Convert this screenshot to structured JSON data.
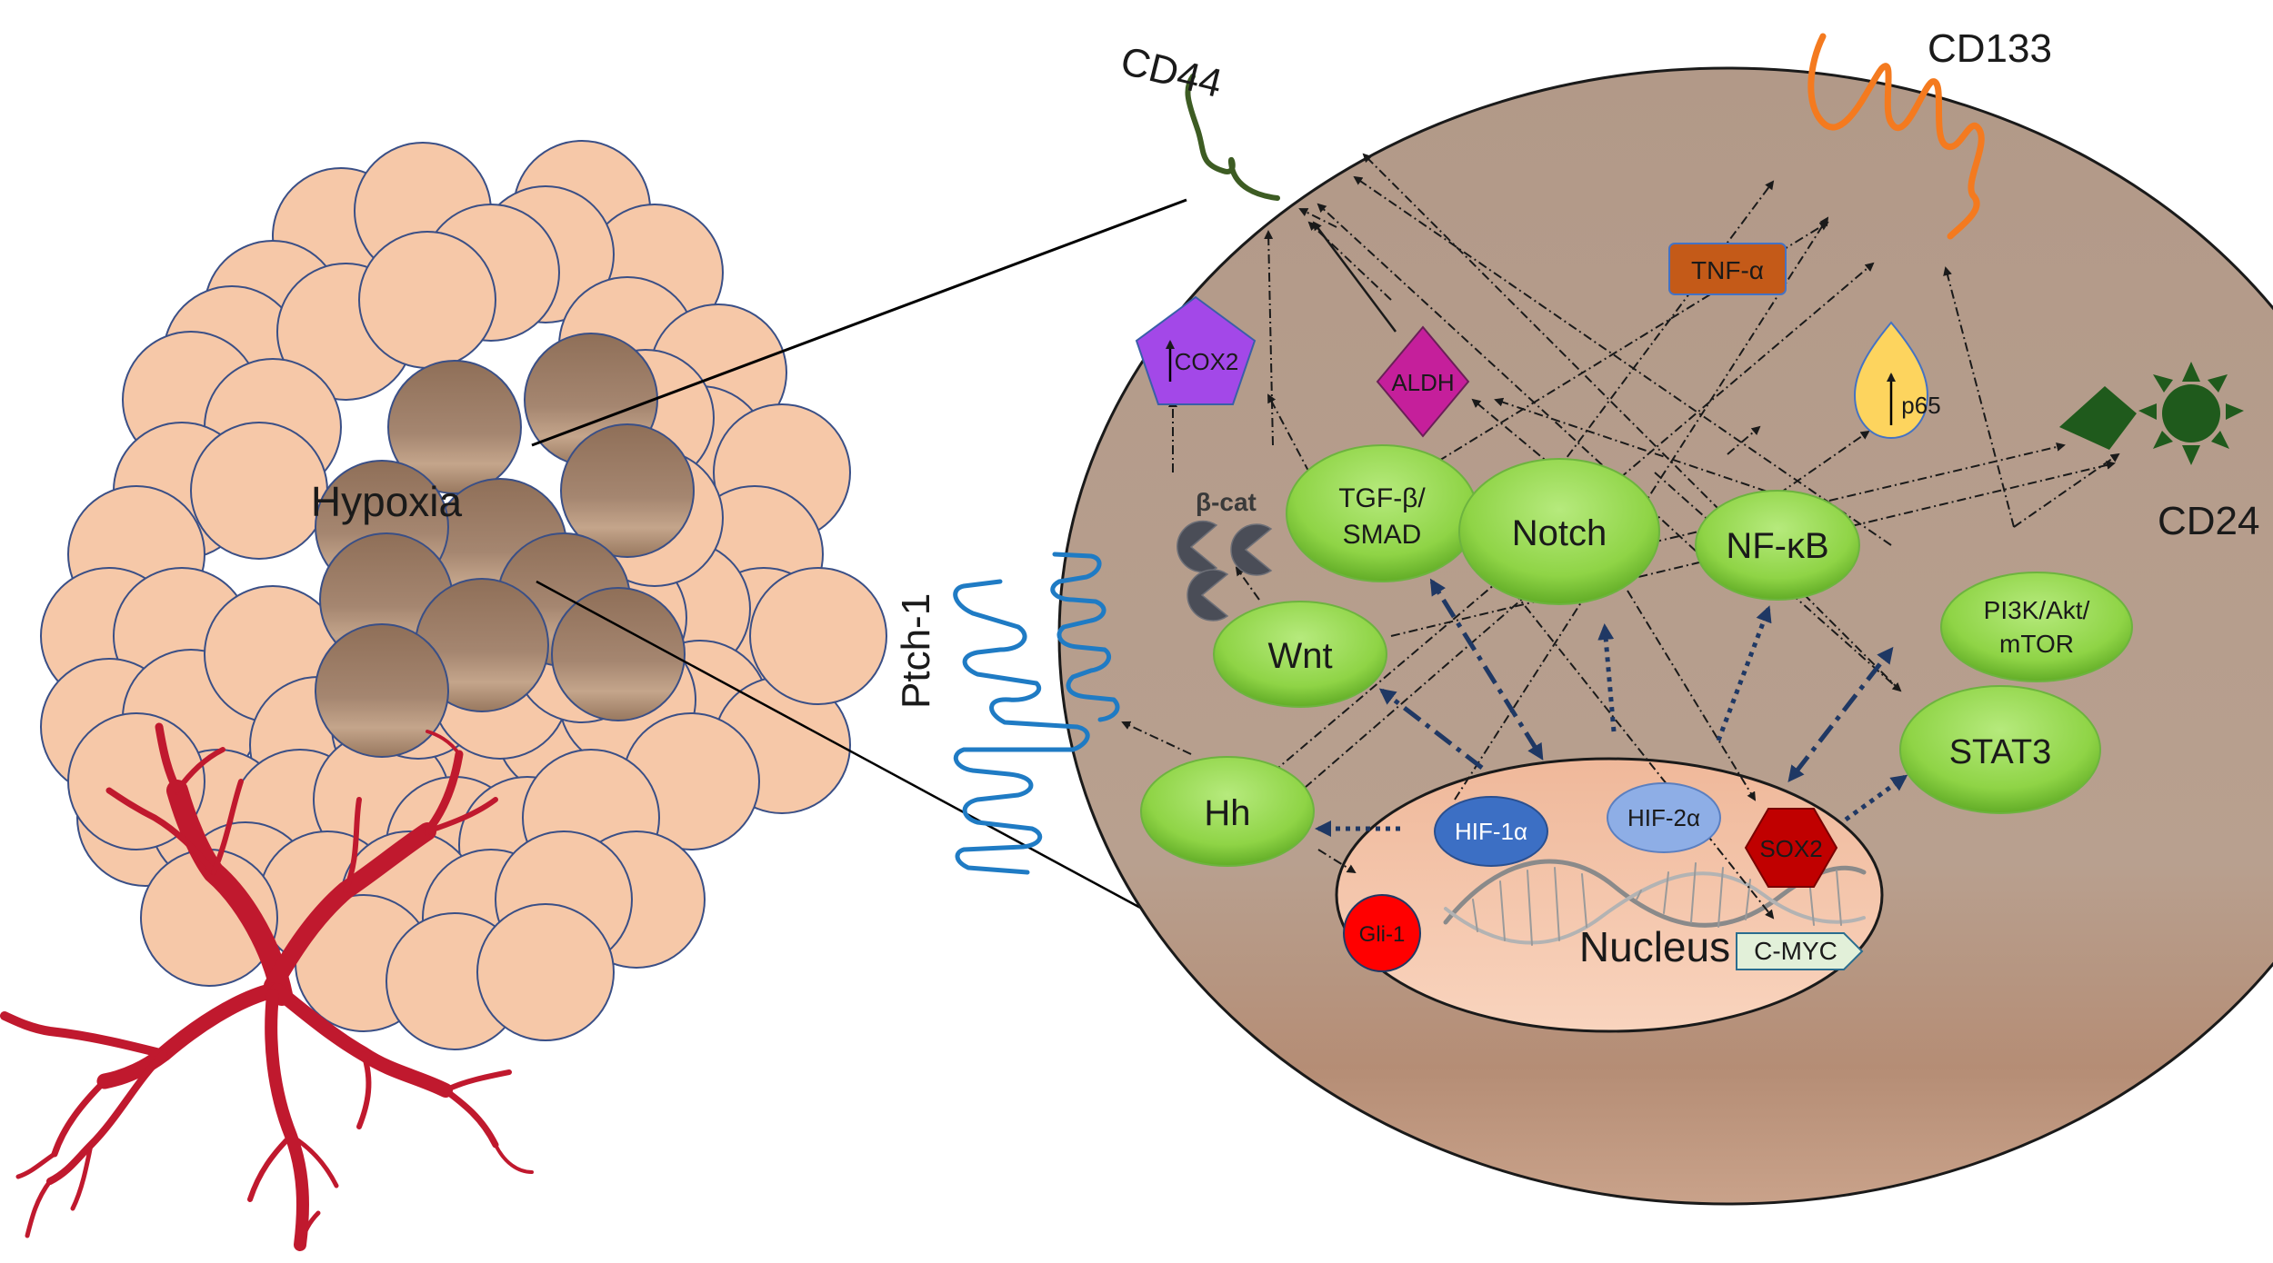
{
  "labels": {
    "hypoxia": "Hypoxia",
    "cd44": "CD44",
    "cd133": "CD133",
    "cd24": "CD24",
    "ptch1": "Ptch-1",
    "nucleus": "Nucleus",
    "beta_cat": "β-cat",
    "cox2": "COX2",
    "aldh": "ALDH",
    "tnf": "TNF-α",
    "p65": "p65",
    "tgf_line1": "TGF-β/",
    "tgf_line2": "SMAD",
    "notch": "Notch",
    "nfkb": "NF-κB",
    "pi3k_line1": "PI3K/Akt/",
    "pi3k_line2": "mTOR",
    "wnt": "Wnt",
    "hh": "Hh",
    "stat3": "STAT3",
    "hif1": "HIF-1α",
    "hif2": "HIF-2α",
    "sox2": "SOX2",
    "gli1": "Gli-1",
    "cmyc": "C-MYC"
  },
  "colors": {
    "tumor_cell": "#f6c8a8",
    "hypoxic_cell": "#9e7b62",
    "cell_body": "#b59c8b",
    "pathway_green": "#8fd446",
    "vessel": "#c0192e",
    "cd44": "#3d5c23",
    "cd133": "#f47a1f",
    "cd24": "#1f5a1c",
    "ptch1": "#1f7bc4",
    "cox2": "#a348e8",
    "aldh": "#c51f9b",
    "tnf": "#c45a18",
    "p65": "#fdd45e",
    "hif1": "#3c6fc4",
    "hif2": "#8eaee6",
    "sox2": "#c00000",
    "gli1": "#ff0000",
    "cmyc": "#e2f0d9",
    "arrow_dark": "#1f3864"
  }
}
